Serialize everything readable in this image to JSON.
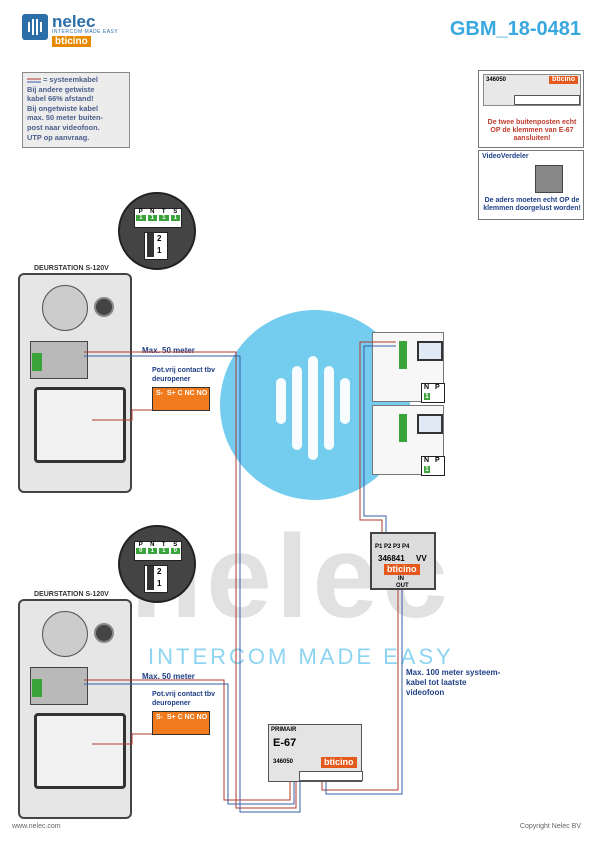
{
  "header": {
    "brand": "nelec",
    "brand_sub": "INTERCOM MADE EASY",
    "brand_partner": "bticino",
    "doc_id": "GBM_18-0481"
  },
  "note": {
    "legend": "= systeemkabel",
    "lines": [
      "Bij andere getwiste",
      "kabel 66% afstand!",
      "Bij ongetwiste kabel",
      "max. 50 meter buiten-",
      "post naar videofoon.",
      "UTP op aanvraag."
    ]
  },
  "detail_e67": {
    "code": "346050",
    "brand": "bticino",
    "warning": "De twee buitenposten echt OP de klemmen van E-67 aansluiten!"
  },
  "detail_vv": {
    "title": "VideoVerdeler",
    "warning": "De aders moeten echt OP de klemmen doorgelust worden!"
  },
  "station1": {
    "title": "DEURSTATION S-120V",
    "dip_labels": [
      "P",
      "N",
      "T",
      "S"
    ],
    "dip_values": [
      "1",
      "1",
      "1",
      "1"
    ],
    "jumper": [
      "2",
      "1"
    ],
    "distance": "Max. 50 meter",
    "relay_title": "Pot.vrij contact tbv deuropener",
    "relay_terms": "S-  S+ C NC NO"
  },
  "station2": {
    "title": "DEURSTATION S-120V",
    "dip_labels": [
      "P",
      "N",
      "T",
      "S"
    ],
    "dip_values": [
      "0",
      "1",
      "1",
      "0"
    ],
    "jumper": [
      "2",
      "1"
    ],
    "distance": "Max. 50 meter",
    "relay_title": "Pot.vrij contact tbv deuropener",
    "relay_terms": "S-  S+ C NC NO"
  },
  "monitors": {
    "np_labels": [
      "N",
      "P"
    ],
    "np_values": [
      "1",
      "1"
    ]
  },
  "distributor": {
    "ports": "P1 P2 P3 P4",
    "code": "346841",
    "suffix": "VV",
    "brand": "bticino",
    "in_label": "IN",
    "out_label": "OUT"
  },
  "power": {
    "top_label": "PRIMAIR",
    "model": "E-67",
    "code": "346050",
    "brand": "bticino"
  },
  "long_cable": "Max. 100 meter systeem- kabel tot laatste videofoon",
  "watermark": {
    "word": "nelec",
    "tagline": "INTERCOM MADE EASY"
  },
  "footer": {
    "left": "www.nelec.com",
    "right": "Copyright Nelec BV"
  },
  "colors": {
    "brand_blue": "#2b6ea8",
    "accent_cyan": "#3aa8e0",
    "cable_red": "#b23a2e",
    "cable_blue": "#3a5ca8",
    "relay_orange": "#f07a1c"
  }
}
